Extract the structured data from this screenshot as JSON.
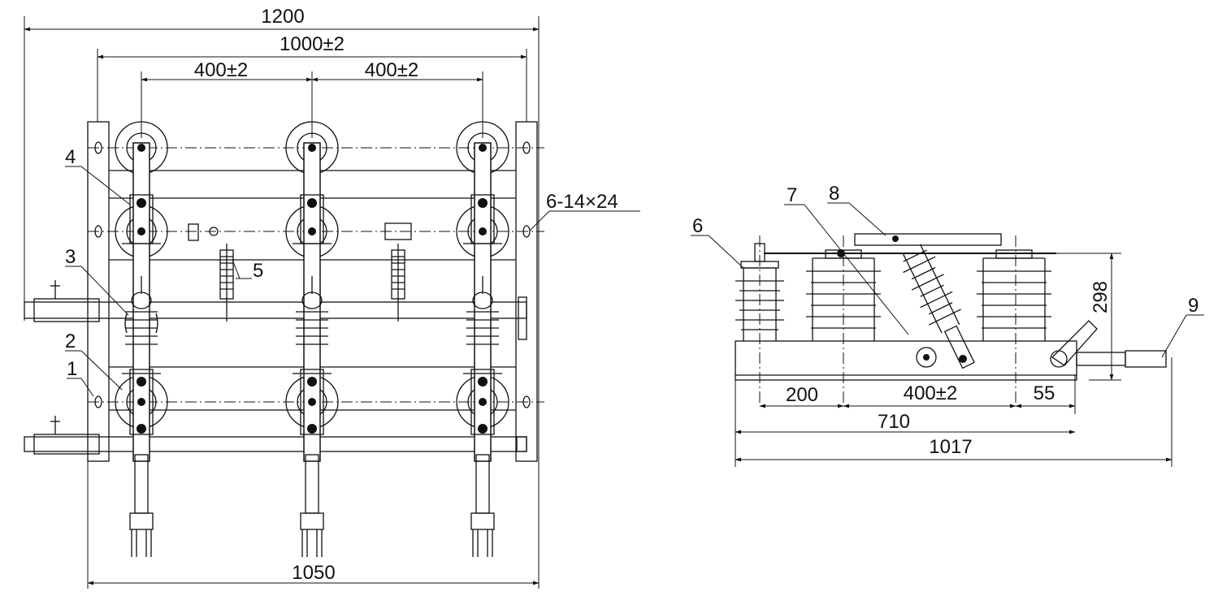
{
  "dimensions_front": {
    "overall_top": "1200",
    "frame_width": "1000±2",
    "pitch_left": "400±2",
    "pitch_right": "400±2",
    "overall_bottom": "1050",
    "mounting_holes": "6-14×24"
  },
  "dimensions_side": {
    "d1": "200",
    "d2": "400±2",
    "d3": "55",
    "d4": "710",
    "d5": "1017",
    "height": "298"
  },
  "part_labels": {
    "p1": "1",
    "p2": "2",
    "p3": "3",
    "p4": "4",
    "p5": "5",
    "p6": "6",
    "p7": "7",
    "p8": "8",
    "p9": "9"
  }
}
